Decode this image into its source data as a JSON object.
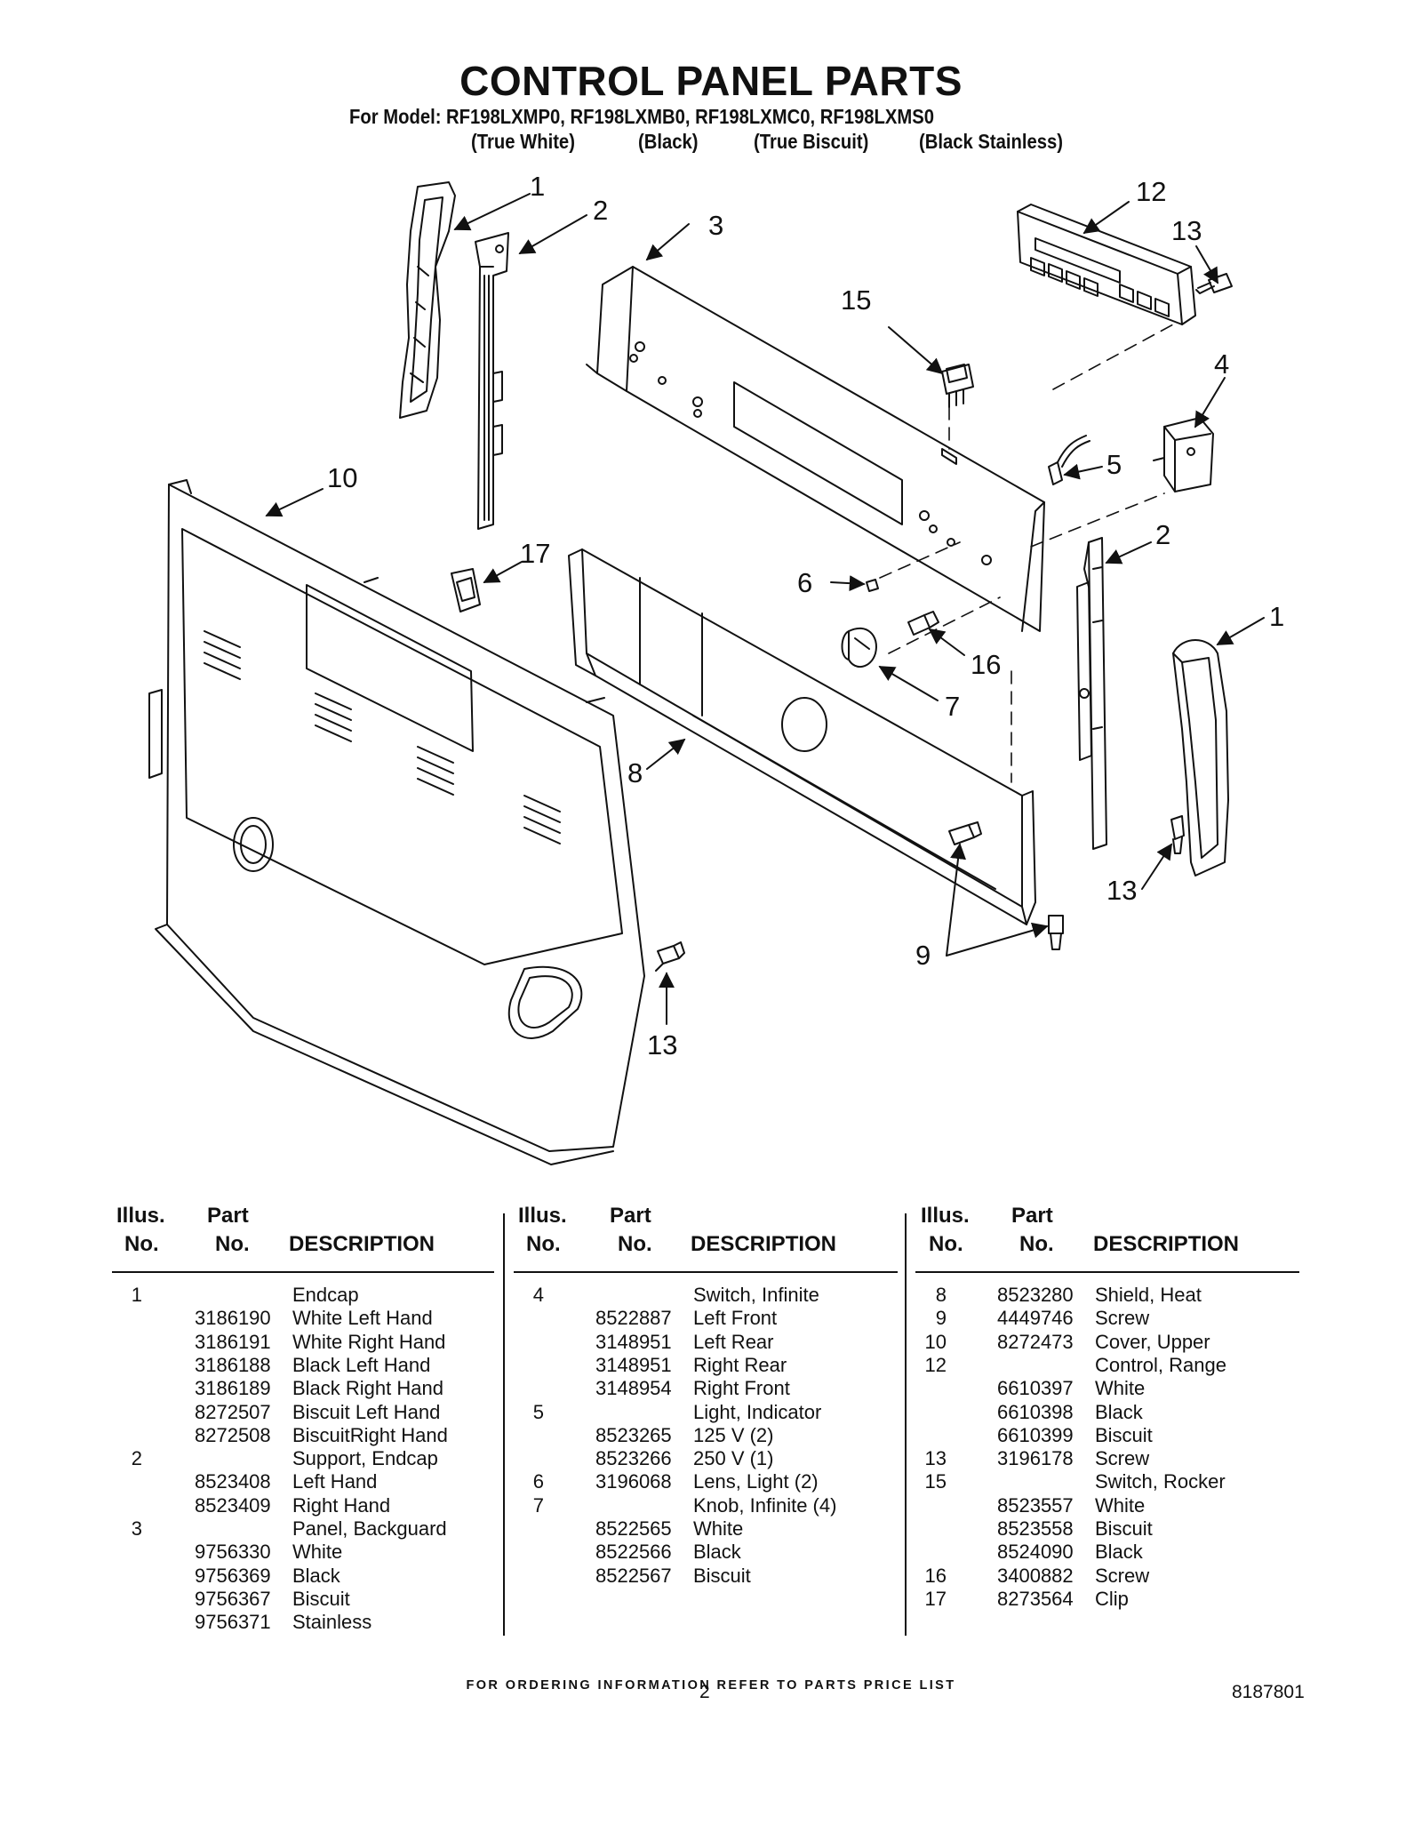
{
  "header": {
    "title": "CONTROL PANEL PARTS",
    "models_line": "For Model: RF198LXMP0, RF198LXMB0, RF198LXMC0, RF198LXMS0",
    "variants": [
      "(True White)",
      "(Black)",
      "(True Biscuit)",
      "(Black Stainless)"
    ]
  },
  "diagram": {
    "callouts": [
      "1",
      "2",
      "3",
      "12",
      "13",
      "15",
      "4",
      "5",
      "10",
      "17",
      "2",
      "6",
      "1",
      "16",
      "7",
      "8",
      "9",
      "13",
      "13"
    ]
  },
  "table": {
    "headers": {
      "illus_top": "Illus.",
      "illus_bottom": "No.",
      "part_top": "Part",
      "part_bottom": "No.",
      "description": "DESCRIPTION"
    },
    "columns": [
      {
        "rows": [
          {
            "no": "1",
            "part": "",
            "desc": "Endcap"
          },
          {
            "no": "",
            "part": "3186190",
            "desc": "White Left Hand"
          },
          {
            "no": "",
            "part": "3186191",
            "desc": "White Right Hand"
          },
          {
            "no": "",
            "part": "3186188",
            "desc": "Black Left Hand"
          },
          {
            "no": "",
            "part": "3186189",
            "desc": "Black Right Hand"
          },
          {
            "no": "",
            "part": "8272507",
            "desc": "Biscuit Left Hand"
          },
          {
            "no": "",
            "part": "8272508",
            "desc": "BiscuitRight Hand"
          },
          {
            "no": "2",
            "part": "",
            "desc": "Support, Endcap"
          },
          {
            "no": "",
            "part": "8523408",
            "desc": "Left Hand"
          },
          {
            "no": "",
            "part": "8523409",
            "desc": "Right Hand"
          },
          {
            "no": "3",
            "part": "",
            "desc": "Panel, Backguard"
          },
          {
            "no": "",
            "part": "9756330",
            "desc": "White"
          },
          {
            "no": "",
            "part": "9756369",
            "desc": "Black"
          },
          {
            "no": "",
            "part": "9756367",
            "desc": "Biscuit"
          },
          {
            "no": "",
            "part": "9756371",
            "desc": "Stainless"
          }
        ]
      },
      {
        "rows": [
          {
            "no": "4",
            "part": "",
            "desc": "Switch, Infinite"
          },
          {
            "no": "",
            "part": "8522887",
            "desc": "Left Front"
          },
          {
            "no": "",
            "part": "3148951",
            "desc": "Left Rear"
          },
          {
            "no": "",
            "part": "3148951",
            "desc": "Right Rear"
          },
          {
            "no": "",
            "part": "3148954",
            "desc": "Right Front"
          },
          {
            "no": "5",
            "part": "",
            "desc": "Light, Indicator"
          },
          {
            "no": "",
            "part": "8523265",
            "desc": "125 V (2)"
          },
          {
            "no": "",
            "part": "8523266",
            "desc": "250 V (1)"
          },
          {
            "no": "6",
            "part": "3196068",
            "desc": "Lens, Light (2)"
          },
          {
            "no": "7",
            "part": "",
            "desc": "Knob, Infinite (4)"
          },
          {
            "no": "",
            "part": "8522565",
            "desc": "White"
          },
          {
            "no": "",
            "part": "8522566",
            "desc": "Black"
          },
          {
            "no": "",
            "part": "8522567",
            "desc": "Biscuit"
          }
        ]
      },
      {
        "rows": [
          {
            "no": "8",
            "part": "8523280",
            "desc": "Shield, Heat"
          },
          {
            "no": "9",
            "part": "4449746",
            "desc": "Screw"
          },
          {
            "no": "10",
            "part": "8272473",
            "desc": "Cover, Upper"
          },
          {
            "no": "12",
            "part": "",
            "desc": "Control, Range"
          },
          {
            "no": "",
            "part": "6610397",
            "desc": "White"
          },
          {
            "no": "",
            "part": "6610398",
            "desc": "Black"
          },
          {
            "no": "",
            "part": "6610399",
            "desc": "Biscuit"
          },
          {
            "no": "13",
            "part": "3196178",
            "desc": "Screw"
          },
          {
            "no": "15",
            "part": "",
            "desc": "Switch, Rocker"
          },
          {
            "no": "",
            "part": "8523557",
            "desc": "White"
          },
          {
            "no": "",
            "part": "8523558",
            "desc": "Biscuit"
          },
          {
            "no": "",
            "part": "8524090",
            "desc": "Black"
          },
          {
            "no": "16",
            "part": "3400882",
            "desc": "Screw"
          },
          {
            "no": "17",
            "part": "8273564",
            "desc": "Clip"
          }
        ]
      }
    ]
  },
  "footer": {
    "ordering_note": "FOR ORDERING INFORMATION REFER TO PARTS PRICE LIST",
    "page_number": "2",
    "document_number": "8187801"
  }
}
